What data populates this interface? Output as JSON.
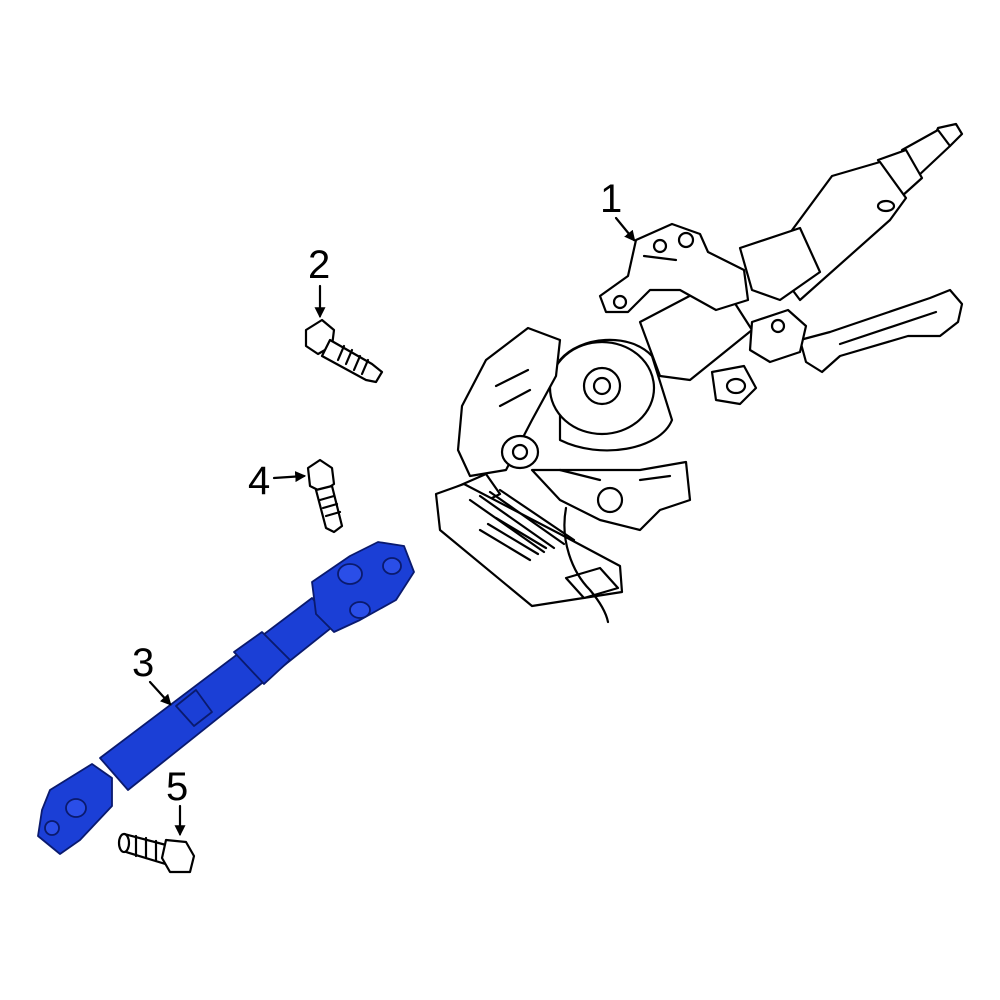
{
  "diagram": {
    "highlight_color": "#1b3fd6",
    "line_color": "#000000",
    "callouts": [
      {
        "id": "1",
        "label": "1"
      },
      {
        "id": "2",
        "label": "2"
      },
      {
        "id": "3",
        "label": "3"
      },
      {
        "id": "4",
        "label": "4"
      },
      {
        "id": "5",
        "label": "5"
      }
    ]
  }
}
